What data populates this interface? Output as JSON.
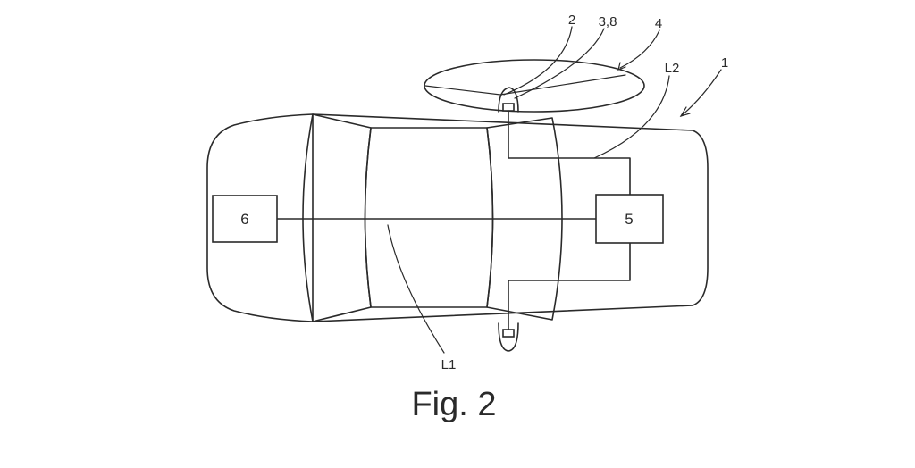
{
  "figure": {
    "caption": "Fig. 2",
    "reference_labels": {
      "vehicle": "1",
      "sensor_upper": "2",
      "sensor_detail": "3,8",
      "detection_zone": "4",
      "unit_front": "5",
      "unit_rear": "6",
      "line_l1": "L1",
      "line_l2": "L2"
    }
  }
}
